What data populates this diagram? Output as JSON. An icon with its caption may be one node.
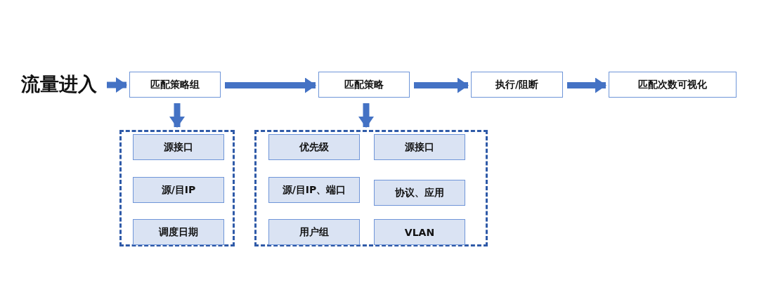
{
  "diagram": {
    "nodes": [
      {
        "text": [
          "流量进入"
        ]
      },
      {
        "text": [
          "匹配策略组"
        ]
      },
      {
        "text": [
          "匹配策略"
        ]
      },
      {
        "text": [
          "执行/阻断"
        ]
      },
      {
        "text": [
          "匹配次数可视化"
        ]
      },
      {
        "text": [],
        "shape": "box"
      },
      {
        "text": [
          "源接口"
        ],
        "in": 5
      },
      {
        "text": [
          "源/目IP"
        ],
        "in": 5
      },
      {
        "text": [
          "调度日期"
        ],
        "in": 5
      },
      {
        "text": [],
        "shape": "box"
      },
      {
        "text": [
          "优先级"
        ],
        "in": 9
      },
      {
        "text": [
          "源接口"
        ],
        "in": 9
      },
      {
        "text": [
          "源/目IP、端口"
        ],
        "in": 9
      },
      {
        "text": [
          "协议、应用"
        ],
        "in": 9
      },
      {
        "text": [
          "用户组"
        ],
        "in": 9
      },
      {
        "text": [
          "VLAN"
        ],
        "in": 9
      }
    ],
    "edges": [
      {
        "from": 0,
        "to": 1,
        "arrow": "to"
      },
      {
        "from": 1,
        "to": 2,
        "arrow": "to"
      },
      {
        "from": 2,
        "to": 3,
        "arrow": "to"
      },
      {
        "from": 3,
        "to": 4,
        "arrow": "to"
      },
      {
        "from": 1,
        "to": 5,
        "arrow": "to"
      },
      {
        "from": 2,
        "to": 9,
        "arrow": "to"
      }
    ]
  }
}
